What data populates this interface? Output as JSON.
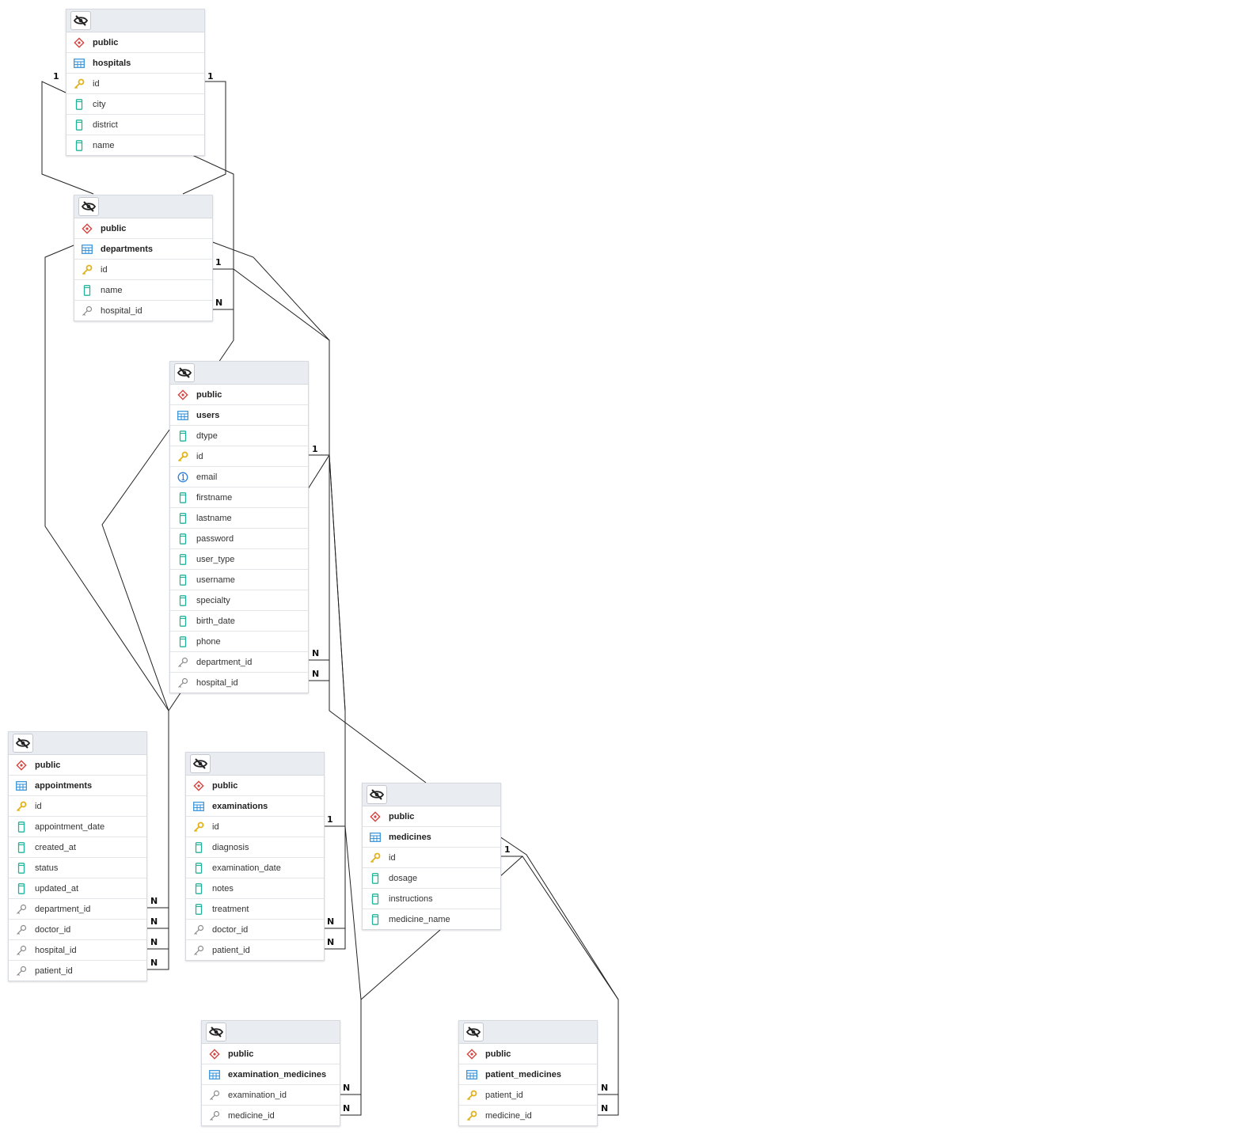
{
  "tables": {
    "hospitals": {
      "schema": "public",
      "name": "hospitals",
      "columns": [
        {
          "name": "id",
          "icon": "primary-key-icon"
        },
        {
          "name": "city",
          "icon": "column-icon"
        },
        {
          "name": "district",
          "icon": "column-icon"
        },
        {
          "name": "name",
          "icon": "column-icon"
        }
      ]
    },
    "departments": {
      "schema": "public",
      "name": "departments",
      "columns": [
        {
          "name": "id",
          "icon": "primary-key-icon"
        },
        {
          "name": "name",
          "icon": "column-icon"
        },
        {
          "name": "hospital_id",
          "icon": "foreign-key-icon"
        }
      ]
    },
    "users": {
      "schema": "public",
      "name": "users",
      "columns": [
        {
          "name": "dtype",
          "icon": "column-icon"
        },
        {
          "name": "id",
          "icon": "primary-key-icon"
        },
        {
          "name": "email",
          "icon": "unique-icon"
        },
        {
          "name": "firstname",
          "icon": "column-icon"
        },
        {
          "name": "lastname",
          "icon": "column-icon"
        },
        {
          "name": "password",
          "icon": "column-icon"
        },
        {
          "name": "user_type",
          "icon": "column-icon"
        },
        {
          "name": "username",
          "icon": "column-icon"
        },
        {
          "name": "specialty",
          "icon": "column-icon"
        },
        {
          "name": "birth_date",
          "icon": "column-icon"
        },
        {
          "name": "phone",
          "icon": "column-icon"
        },
        {
          "name": "department_id",
          "icon": "foreign-key-icon"
        },
        {
          "name": "hospital_id",
          "icon": "foreign-key-icon"
        }
      ]
    },
    "appointments": {
      "schema": "public",
      "name": "appointments",
      "columns": [
        {
          "name": "id",
          "icon": "primary-key-icon"
        },
        {
          "name": "appointment_date",
          "icon": "column-icon"
        },
        {
          "name": "created_at",
          "icon": "column-icon"
        },
        {
          "name": "status",
          "icon": "column-icon"
        },
        {
          "name": "updated_at",
          "icon": "column-icon"
        },
        {
          "name": "department_id",
          "icon": "foreign-key-icon"
        },
        {
          "name": "doctor_id",
          "icon": "foreign-key-icon"
        },
        {
          "name": "hospital_id",
          "icon": "foreign-key-icon"
        },
        {
          "name": "patient_id",
          "icon": "foreign-key-icon"
        }
      ]
    },
    "examinations": {
      "schema": "public",
      "name": "examinations",
      "columns": [
        {
          "name": "id",
          "icon": "primary-key-icon"
        },
        {
          "name": "diagnosis",
          "icon": "column-icon"
        },
        {
          "name": "examination_date",
          "icon": "column-icon"
        },
        {
          "name": "notes",
          "icon": "column-icon"
        },
        {
          "name": "treatment",
          "icon": "column-icon"
        },
        {
          "name": "doctor_id",
          "icon": "foreign-key-icon"
        },
        {
          "name": "patient_id",
          "icon": "foreign-key-icon"
        }
      ]
    },
    "medicines": {
      "schema": "public",
      "name": "medicines",
      "columns": [
        {
          "name": "id",
          "icon": "primary-key-icon"
        },
        {
          "name": "dosage",
          "icon": "column-icon"
        },
        {
          "name": "instructions",
          "icon": "column-icon"
        },
        {
          "name": "medicine_name",
          "icon": "column-icon"
        }
      ]
    },
    "examination_medicines": {
      "schema": "public",
      "name": "examination_medicines",
      "columns": [
        {
          "name": "examination_id",
          "icon": "foreign-key-icon"
        },
        {
          "name": "medicine_id",
          "icon": "foreign-key-icon"
        }
      ]
    },
    "patient_medicines": {
      "schema": "public",
      "name": "patient_medicines",
      "columns": [
        {
          "name": "patient_id",
          "icon": "primary-key-icon"
        },
        {
          "name": "medicine_id",
          "icon": "primary-key-icon"
        }
      ]
    }
  },
  "cardinality": {
    "one": "1",
    "many": "N"
  },
  "colors": {
    "schema_icon": "#d64541",
    "table_icon": "#2f8fd8",
    "primary_key": "#e2b21c",
    "column": "#20b39a",
    "foreign_key": "#8a8a8a",
    "unique": "#2f7fd8"
  }
}
